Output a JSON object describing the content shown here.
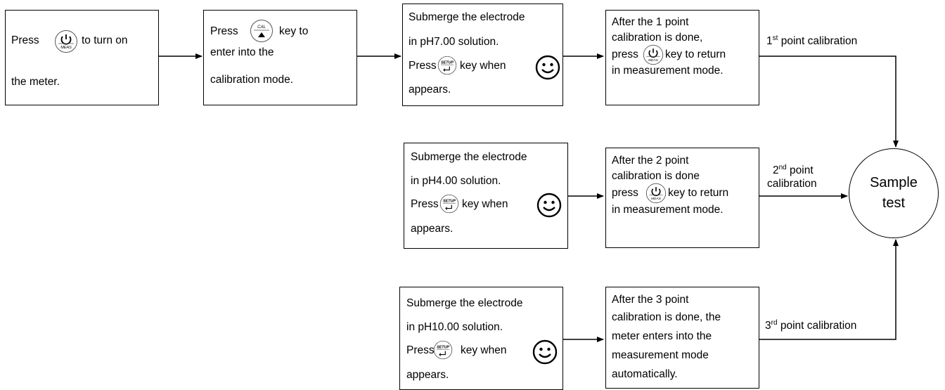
{
  "box1": {
    "l1a": "Press",
    "l1b": "to turn on",
    "l2": "the meter."
  },
  "box2": {
    "l1a": "Press",
    "l1b": "key to",
    "l2": "enter into the",
    "l3": "calibration mode."
  },
  "box3": {
    "l1": "Submerge the electrode",
    "l2": "in pH7.00 solution.",
    "l3a": "Press",
    "l3b": "key when",
    "l4": "appears."
  },
  "box4": {
    "l1": "After the 1 point",
    "l2": "calibration is done,",
    "l3a": "press",
    "l3b": "key to return",
    "l4": "in measurement mode."
  },
  "box5": {
    "l1": "Submerge the electrode",
    "l2": "in pH4.00 solution.",
    "l3a": "Press",
    "l3b": "key when",
    "l4": "appears."
  },
  "box6": {
    "l1": "After the 2 point",
    "l2": "calibration is done",
    "l3a": "press",
    "l3b": "key to return",
    "l4": "in measurement mode."
  },
  "box7": {
    "l1": "Submerge the electrode",
    "l2": "in pH10.00 solution.",
    "l3a": "Press",
    "l3b": "key when",
    "l4": "appears."
  },
  "box8": {
    "l1": "After the 3 point",
    "l2": "calibration is done, the",
    "l3": "meter enters into the",
    "l4": "measurement mode",
    "l5": "automatically."
  },
  "labels": {
    "first": {
      "num": "1",
      "sup": "st",
      "rest": " point calibration"
    },
    "second": {
      "num": "2",
      "sup": "nd",
      "rest": " point",
      "line2": "calibration"
    },
    "third": {
      "num": "3",
      "sup": "rd",
      "rest": " point calibration"
    }
  },
  "sample": {
    "l1": "Sample",
    "l2": "test"
  },
  "keys": {
    "power_text": "MEAS",
    "cal_text": "CAL",
    "setup_text": "SETUP"
  }
}
